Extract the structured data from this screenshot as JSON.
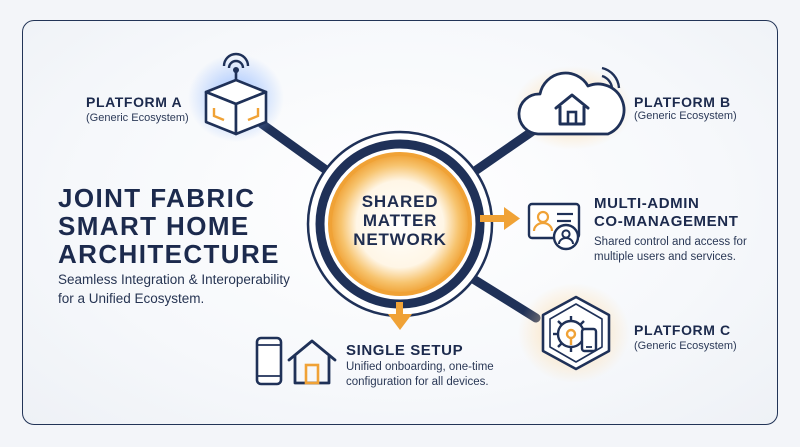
{
  "title": {
    "lines": [
      "JOINT FABRIC",
      "SMART HOME",
      "ARCHITECTURE"
    ]
  },
  "subtitle": [
    "Seamless Integration & Interoperability",
    "for a Unified Ecosystem."
  ],
  "hub": {
    "lines": [
      "SHARED",
      "MATTER",
      "NETWORK"
    ]
  },
  "platform_a": {
    "label": "PLATFORM A",
    "sub": "(Generic Ecosystem)"
  },
  "platform_b": {
    "label": "PLATFORM B",
    "sub": "(Generic Ecosystem)"
  },
  "platform_c": {
    "label": "PLATFORM C",
    "sub": "(Generic Ecosystem)"
  },
  "multi_admin": {
    "title_lines": [
      "MULTI-ADMIN",
      "CO-MANAGEMENT"
    ],
    "desc_lines": [
      "Shared control and access for",
      "multiple users and services."
    ]
  },
  "single_setup": {
    "title": "SINGLE SETUP",
    "desc_lines": [
      "Unified onboarding, one-time",
      "configuration for all devices."
    ]
  },
  "colors": {
    "navy": "#1f3158",
    "orange": "#f0a236",
    "glow": "#f7c77a"
  },
  "icons": [
    "cube-antenna-icon",
    "cloud-home-icon",
    "admin-id-card-icon",
    "gear-phone-icon",
    "phone-icon",
    "house-icon",
    "arrow-right-icon",
    "arrow-down-icon"
  ]
}
